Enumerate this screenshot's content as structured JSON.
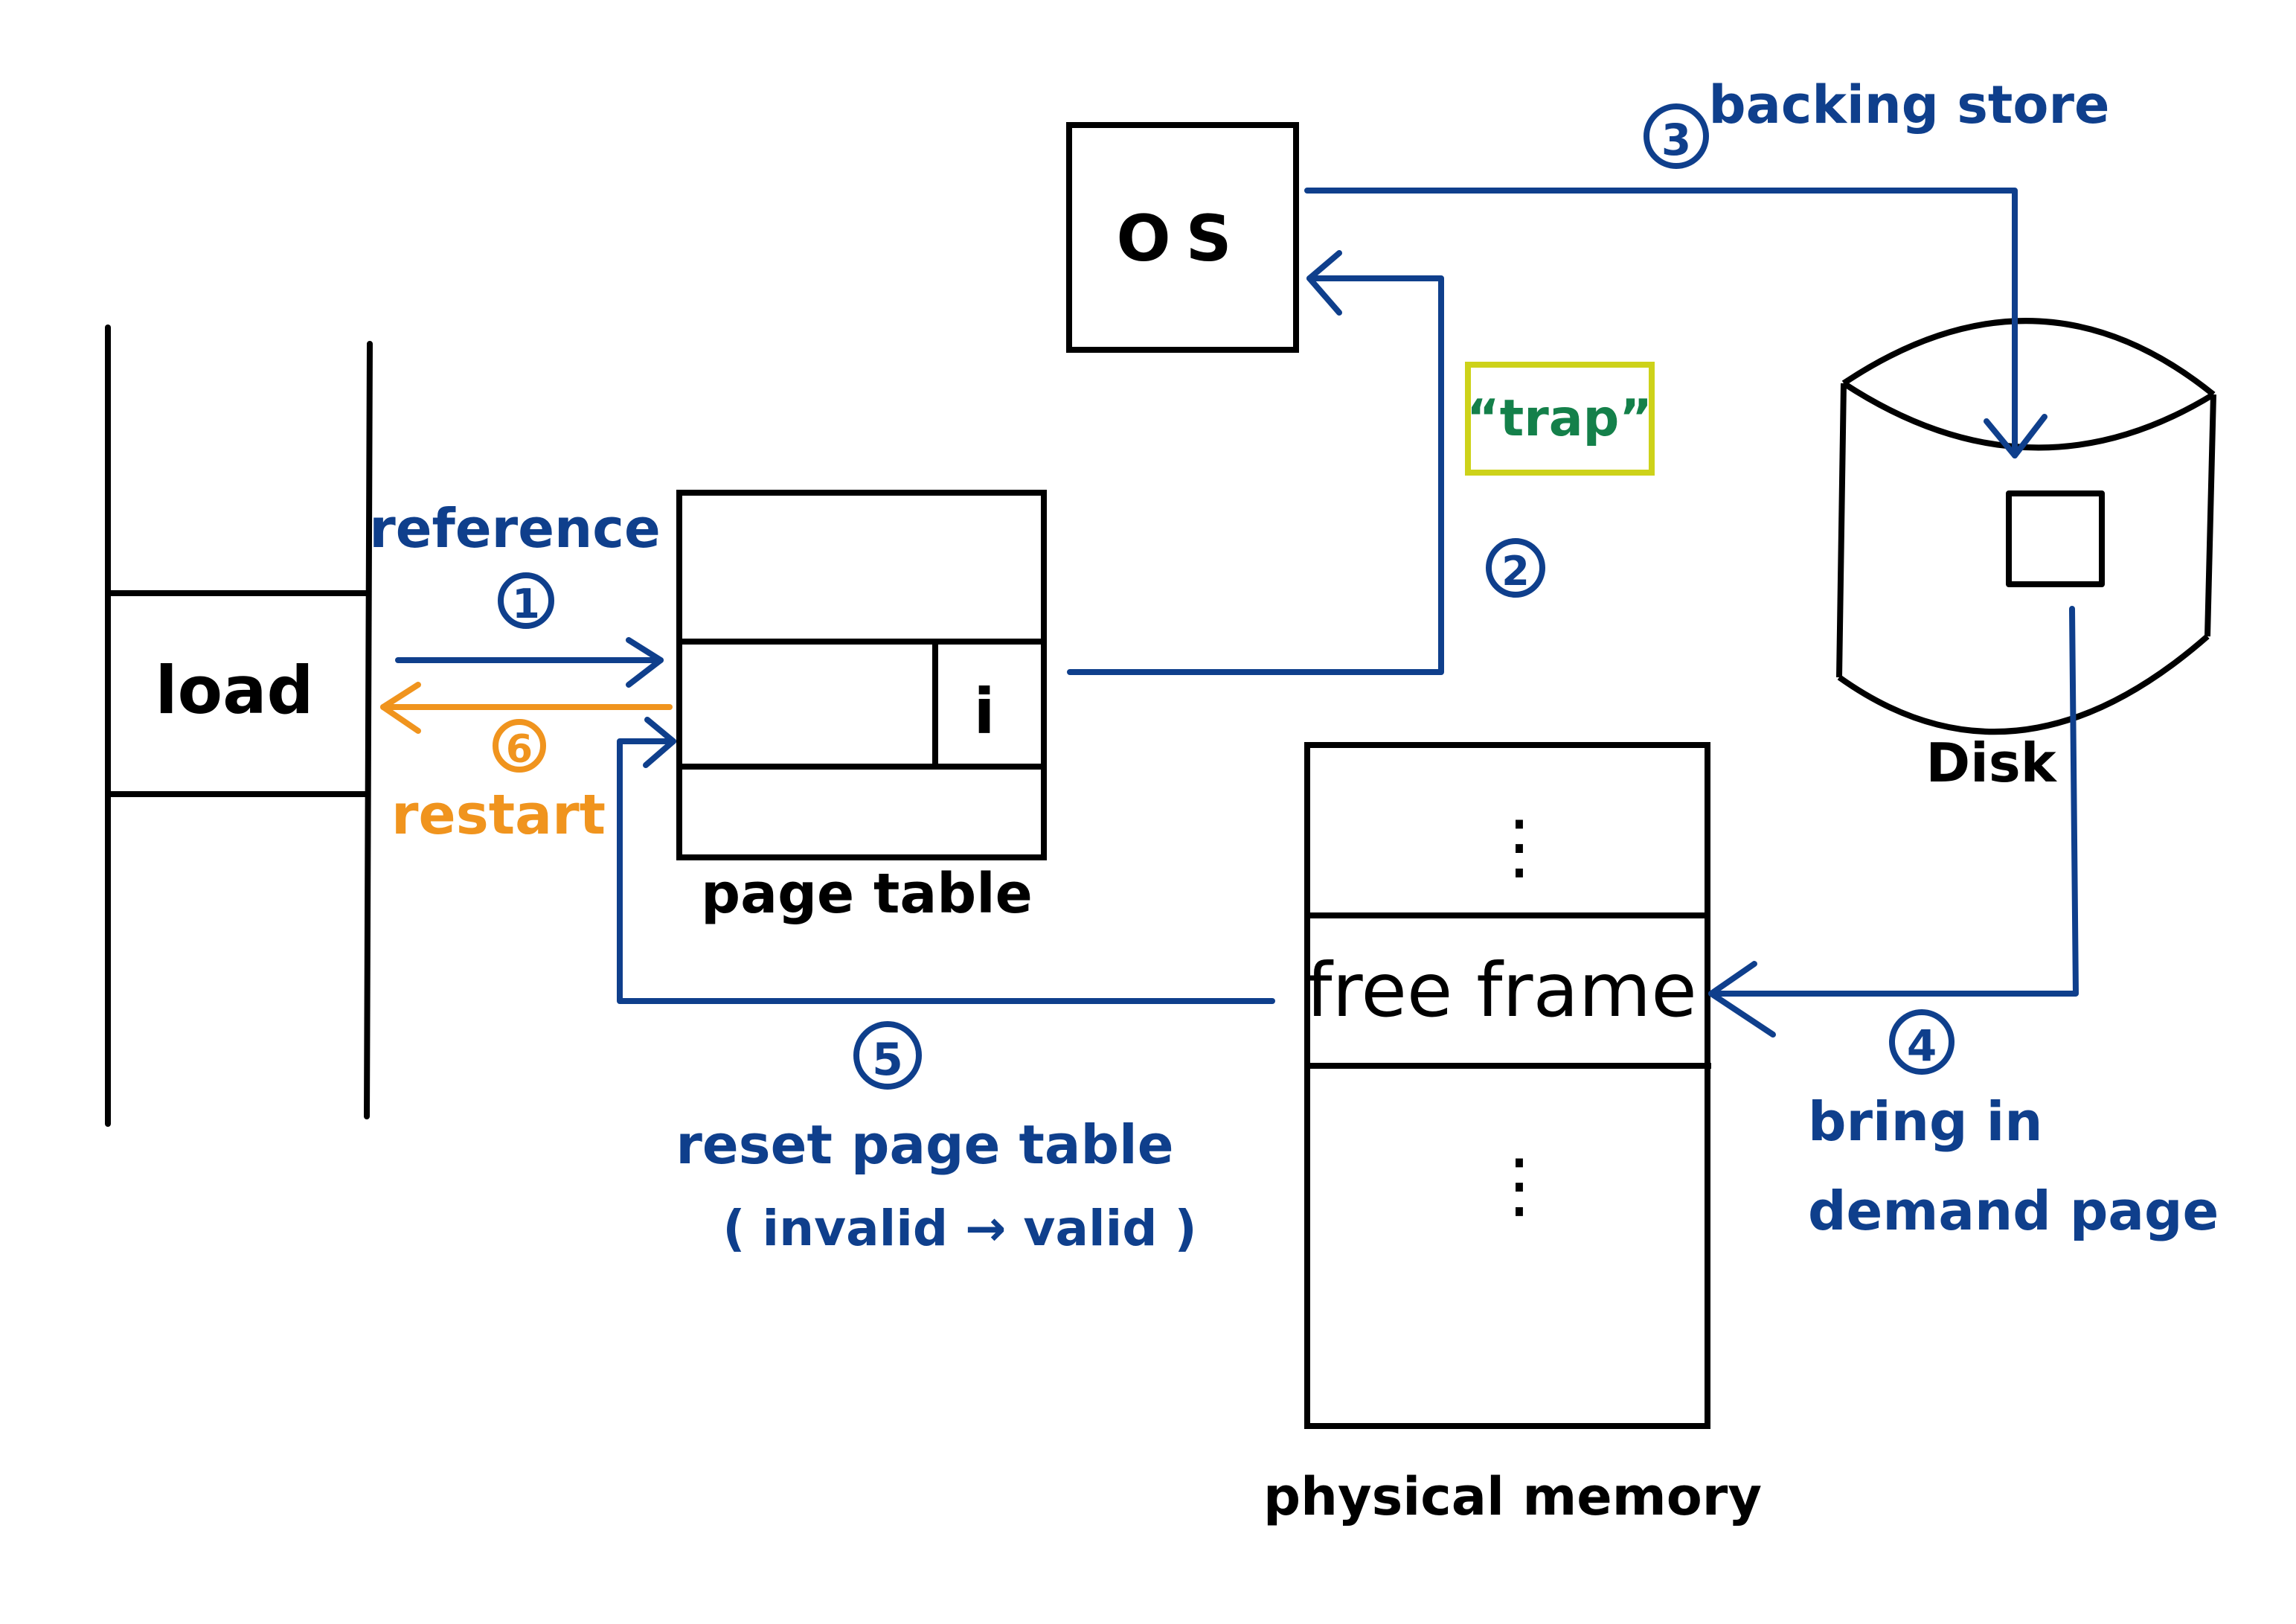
{
  "colors": {
    "ink": "#000000",
    "blue": "#0f3f8c",
    "orange": "#f0941e",
    "green": "#14804a",
    "highlight_border": "#cdd21a"
  },
  "process": {
    "instruction": "load"
  },
  "page_table": {
    "entry_bit": "i",
    "caption": "page table"
  },
  "os": {
    "label": "OS"
  },
  "disk": {
    "label": "Disk"
  },
  "memory": {
    "dots_top": "⋮",
    "free_frame": "free frame",
    "dots_bottom": "⋮",
    "caption": "physical memory"
  },
  "steps": {
    "s1": {
      "number": "1",
      "label": "reference"
    },
    "s2": {
      "number": "2",
      "label": "“trap”"
    },
    "s3": {
      "number": "3",
      "label": "backing store"
    },
    "s4": {
      "number": "4",
      "label_line1": "bring in",
      "label_line2": "demand page"
    },
    "s5": {
      "number": "5",
      "label_line1": "reset page table",
      "label_line2": "( invalid → valid )"
    },
    "s6": {
      "number": "6",
      "label": "restart"
    }
  }
}
